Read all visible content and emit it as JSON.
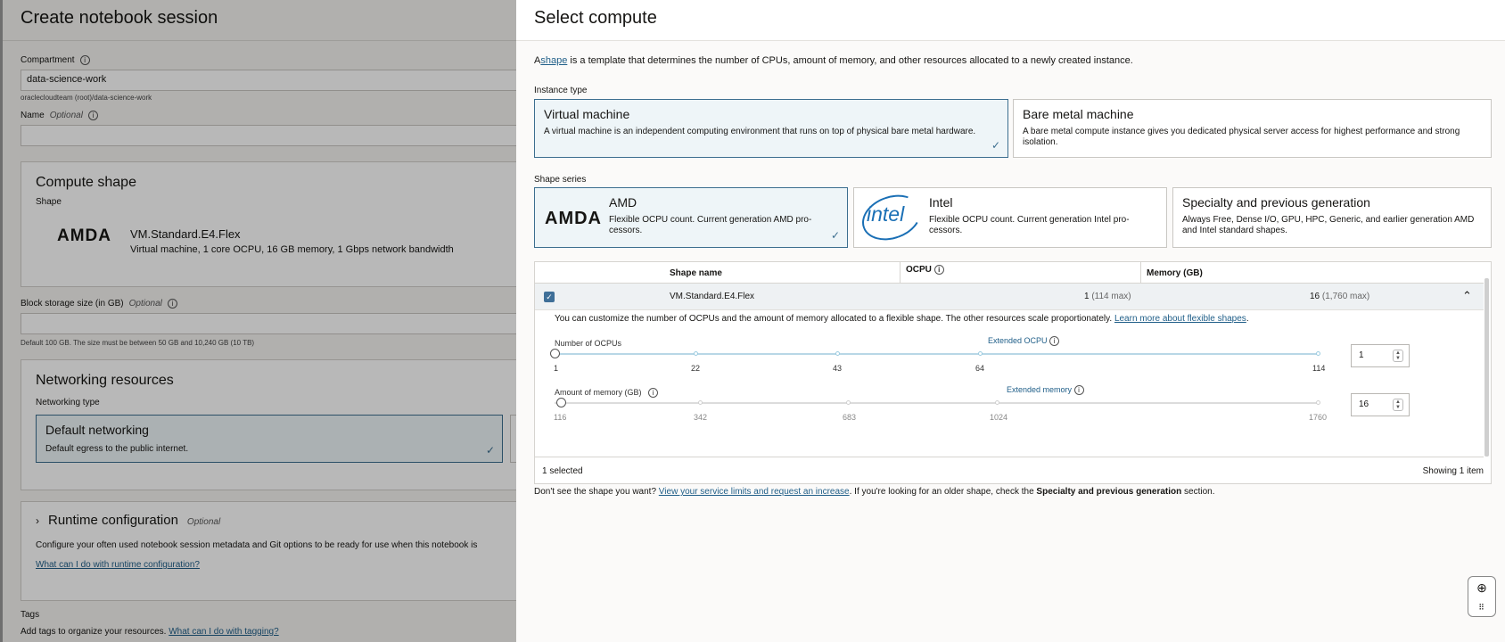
{
  "left": {
    "title": "Create notebook session",
    "compartment_label": "Compartment",
    "compartment_value": "data-science-work",
    "compartment_path": "oraclecloudteam (root)/data-science-work",
    "name_label": "Name",
    "optional": "Optional",
    "compute_title": "Compute shape",
    "shape_label": "Shape",
    "shape_logo": "AMDA",
    "shape_name": "VM.Standard.E4.Flex",
    "shape_desc": "Virtual machine, 1 core OCPU, 16 GB memory, 1 Gbps network bandwidth",
    "block_label": "Block storage size (in GB)",
    "block_help": "Default 100 GB. The size must be between 50 GB and 10,240 GB (10 TB)",
    "net_title": "Networking resources",
    "net_type_label": "Networking type",
    "net_default_title": "Default networking",
    "net_default_desc": "Default egress to the public internet.",
    "runtime_title": "Runtime configuration",
    "runtime_desc": "Configure your often used notebook session metadata and Git options to be ready for use when this notebook is",
    "runtime_link": "What can I do with runtime configuration?",
    "tags_label": "Tags",
    "tags_desc": "Add tags to organize your resources.",
    "tags_link": "What can I do with tagging?"
  },
  "drawer": {
    "title": "Select compute",
    "intro_pre": "A",
    "intro_link": "shape",
    "intro_post": "is a template that determines the number of CPUs, amount of memory, and other resources allocated to a newly created instance.",
    "instance_type_label": "Instance type",
    "vm_title": "Virtual machine",
    "vm_desc": "A virtual machine is an independent computing environment that runs on top of physical bare metal hardware.",
    "bm_title": "Bare metal machine",
    "bm_desc": "A bare metal compute instance gives you dedicated physical server access for highest performance and strong isolation.",
    "series_label": "Shape series",
    "amd_logo": "AMDA",
    "amd_title": "AMD",
    "amd_desc": "Flexible OCPU count. Current generation AMD pro-cessors.",
    "intel_logo": "intel",
    "intel_title": "Intel",
    "intel_desc": "Flexible OCPU count. Current generation Intel pro-cessors.",
    "spec_title": "Specialty and previous generation",
    "spec_desc": "Always Free, Dense I/O, GPU, HPC, Generic, and earlier generation AMD and Intel standard shapes.",
    "col_shape": "Shape name",
    "col_ocpu": "OCPU",
    "col_mem": "Memory (GB)",
    "row_shape": "VM.Standard.E4.Flex",
    "row_ocpu": "1",
    "row_ocpu_max": "(114 max)",
    "row_mem": "16",
    "row_mem_max": "(1,760 max)",
    "flex_text": "You can customize the number of OCPUs and the amount of memory allocated to a flexible shape. The other resources scale proportionately.",
    "flex_link": "Learn more about flexible shapes",
    "ocpu_slider_label": "Number of OCPUs",
    "ocpu_ext_label": "Extended OCPU",
    "ocpu_ticks": [
      "1",
      "22",
      "43",
      "64",
      "114"
    ],
    "ocpu_value": "1",
    "mem_slider_label": "Amount of memory (GB)",
    "mem_ext_label": "Extended memory",
    "mem_ticks": [
      "116",
      "342",
      "683",
      "1024",
      "1760"
    ],
    "mem_value": "16",
    "selected_count": "1 selected",
    "showing": "Showing 1 item",
    "bottom_pre": "Don't see the shape you want?",
    "bottom_link": "View your service limits and request an increase",
    "bottom_mid": ". If you're looking for an older shape, check the",
    "bottom_bold": "Specialty and previous generation",
    "bottom_post": "section."
  }
}
